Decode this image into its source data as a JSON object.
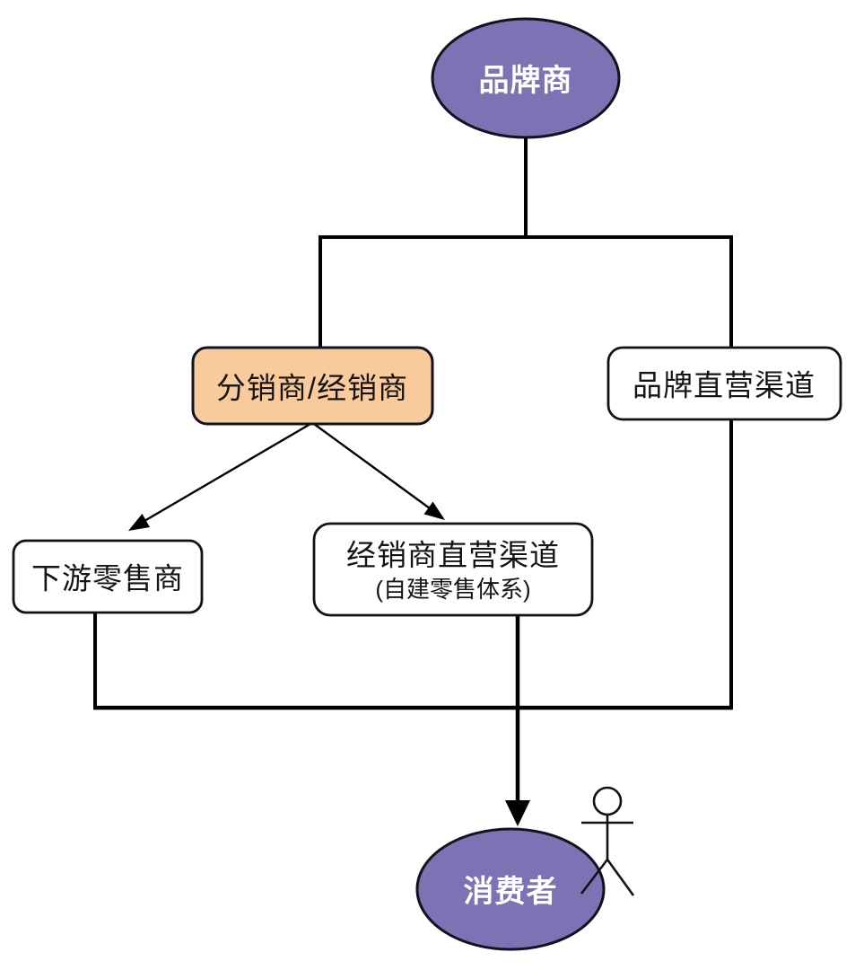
{
  "diagram": {
    "nodes": {
      "brand": {
        "label": "品牌商",
        "shape": "ellipse"
      },
      "distributor": {
        "label": "分销商/经销商",
        "shape": "rounded-box"
      },
      "brand_direct": {
        "label": "品牌直营渠道",
        "shape": "rounded-box"
      },
      "retailer": {
        "label": "下游零售商",
        "shape": "rounded-box"
      },
      "dealer_direct": {
        "label": "经销商直营渠道",
        "sublabel": "(自建零售体系)",
        "shape": "rounded-box"
      },
      "consumer": {
        "label": "消费者",
        "shape": "ellipse"
      }
    },
    "edges": [
      {
        "from": "品牌商",
        "to": "分销商/经销商",
        "style": "line"
      },
      {
        "from": "品牌商",
        "to": "品牌直营渠道",
        "style": "line"
      },
      {
        "from": "分销商/经销商",
        "to": "下游零售商",
        "style": "arrow"
      },
      {
        "from": "分销商/经销商",
        "to": "经销商直营渠道",
        "style": "arrow"
      },
      {
        "from": "下游零售商",
        "to": "消费者",
        "style": "merge-line"
      },
      {
        "from": "品牌直营渠道",
        "to": "消费者",
        "style": "merge-line"
      },
      {
        "from": "经销商直营渠道",
        "to": "消费者",
        "style": "arrow"
      }
    ],
    "colors": {
      "purple": "#7B73B3",
      "purple_border": "#16162E",
      "orange": "#F9CB9C",
      "line": "#000000",
      "text_light": "#FFFFFF",
      "text_dark": "#141414",
      "background": "#FFFFFF"
    }
  }
}
